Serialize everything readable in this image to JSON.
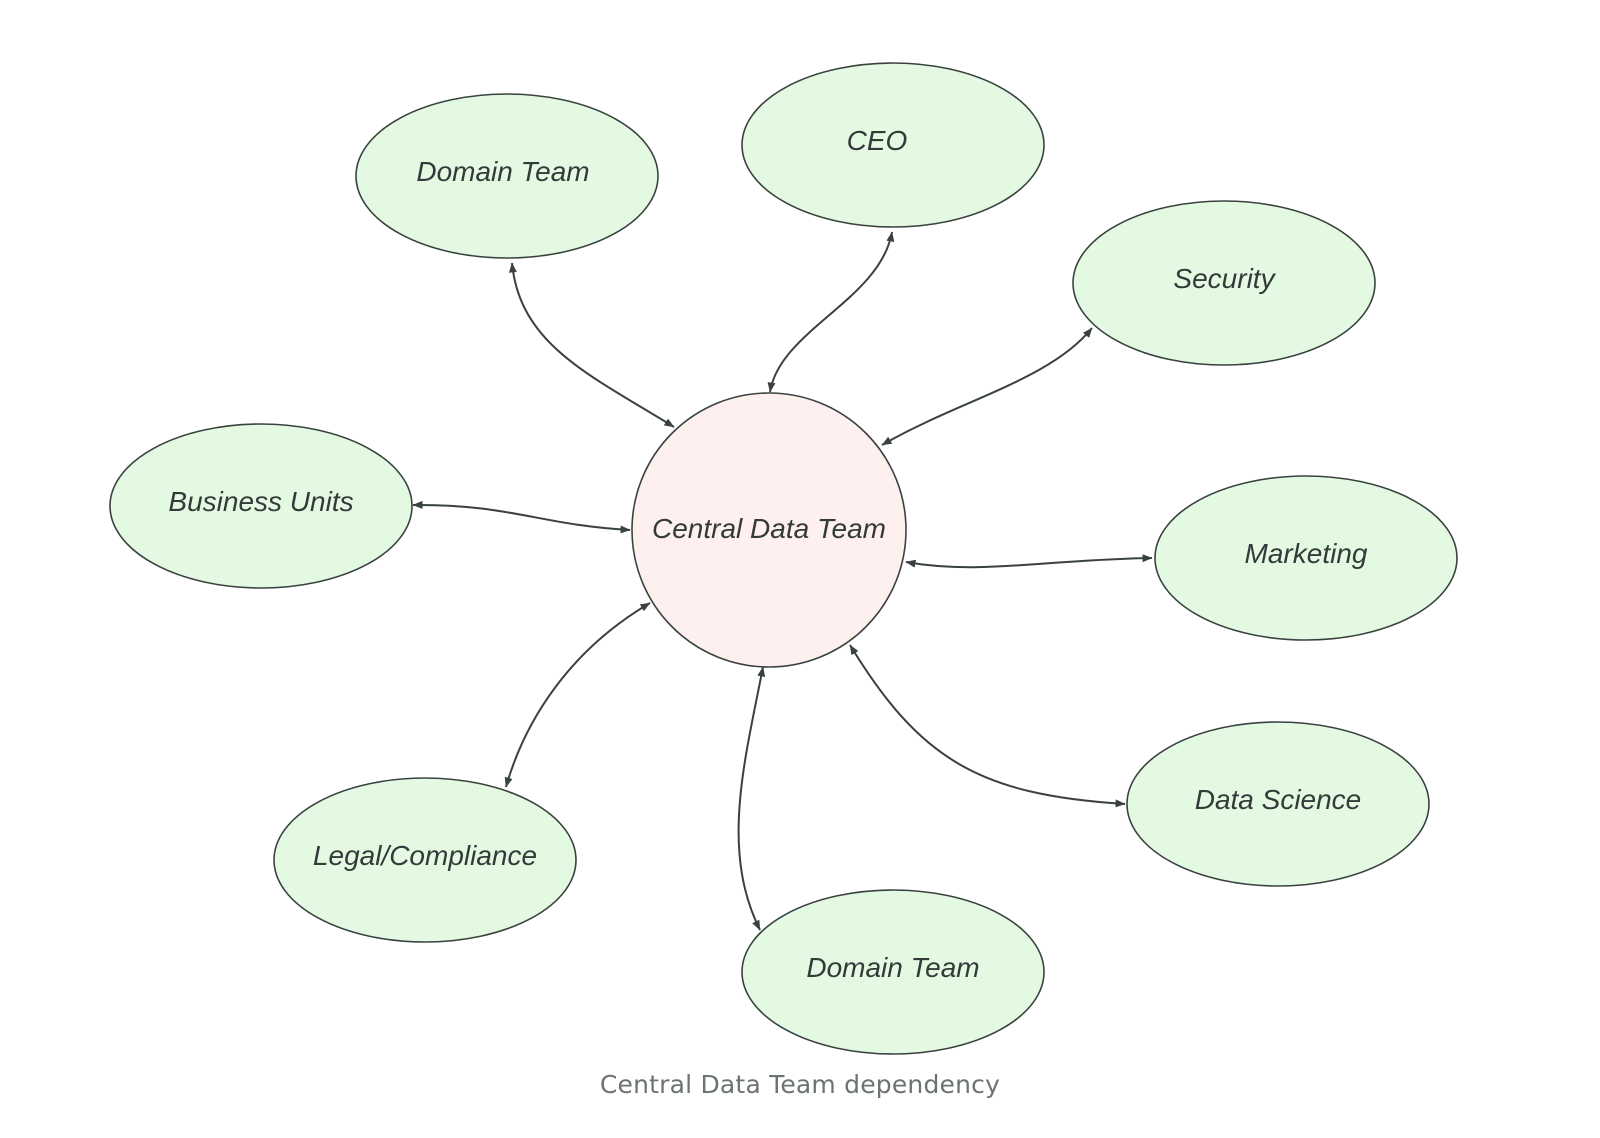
{
  "diagram": {
    "title": "Central Data Team dependency",
    "colors": {
      "hub_fill": "#fdf0ee",
      "node_fill": "#e3f9e1",
      "stroke": "#3a4240",
      "text": "#333a3a",
      "caption": "#6b7470"
    },
    "hub": {
      "id": "central",
      "label": "Central Data Team"
    },
    "nodes": [
      {
        "id": "domain-top",
        "label": "Domain Team"
      },
      {
        "id": "ceo",
        "label": "CEO"
      },
      {
        "id": "security",
        "label": "Security"
      },
      {
        "id": "business-units",
        "label": "Business Units"
      },
      {
        "id": "marketing",
        "label": "Marketing"
      },
      {
        "id": "legal",
        "label": "Legal/Compliance"
      },
      {
        "id": "data-science",
        "label": "Data Science"
      },
      {
        "id": "domain-bottom",
        "label": "Domain Team"
      }
    ],
    "edges": [
      {
        "from": "central",
        "to": "domain-top",
        "direction": "bidirectional"
      },
      {
        "from": "central",
        "to": "ceo",
        "direction": "bidirectional"
      },
      {
        "from": "central",
        "to": "security",
        "direction": "bidirectional"
      },
      {
        "from": "central",
        "to": "business-units",
        "direction": "bidirectional"
      },
      {
        "from": "central",
        "to": "marketing",
        "direction": "bidirectional"
      },
      {
        "from": "central",
        "to": "legal",
        "direction": "bidirectional"
      },
      {
        "from": "central",
        "to": "data-science",
        "direction": "bidirectional"
      },
      {
        "from": "central",
        "to": "domain-bottom",
        "direction": "bidirectional"
      }
    ]
  }
}
